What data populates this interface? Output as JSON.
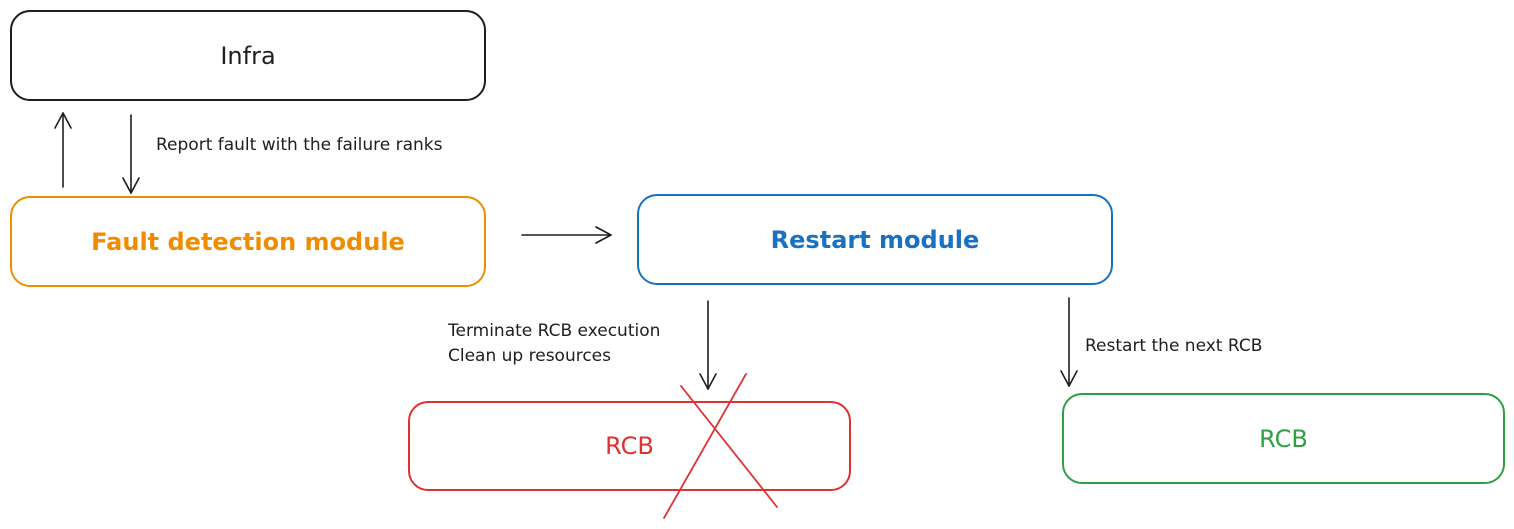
{
  "nodes": {
    "infra": {
      "label": "Infra",
      "color": "#1e1e1e"
    },
    "fault_detection": {
      "label": "Fault detection module",
      "color": "#f08c00"
    },
    "restart": {
      "label": "Restart module",
      "color": "#1971c2"
    },
    "rcb_terminated": {
      "label": "RCB",
      "color": "#e03131",
      "crossed_out": true
    },
    "rcb_next": {
      "label": "RCB",
      "color": "#2f9e44"
    }
  },
  "edges": {
    "infra_to_fault": {
      "label": "Report fault with the failure ranks"
    },
    "fault_to_infra": {
      "label": ""
    },
    "fault_to_restart": {
      "label": ""
    },
    "restart_to_rcb_terminated": {
      "line1": "Terminate RCB execution",
      "line2": "Clean up resources"
    },
    "restart_to_rcb_next": {
      "label": "Restart the next RCB"
    }
  }
}
